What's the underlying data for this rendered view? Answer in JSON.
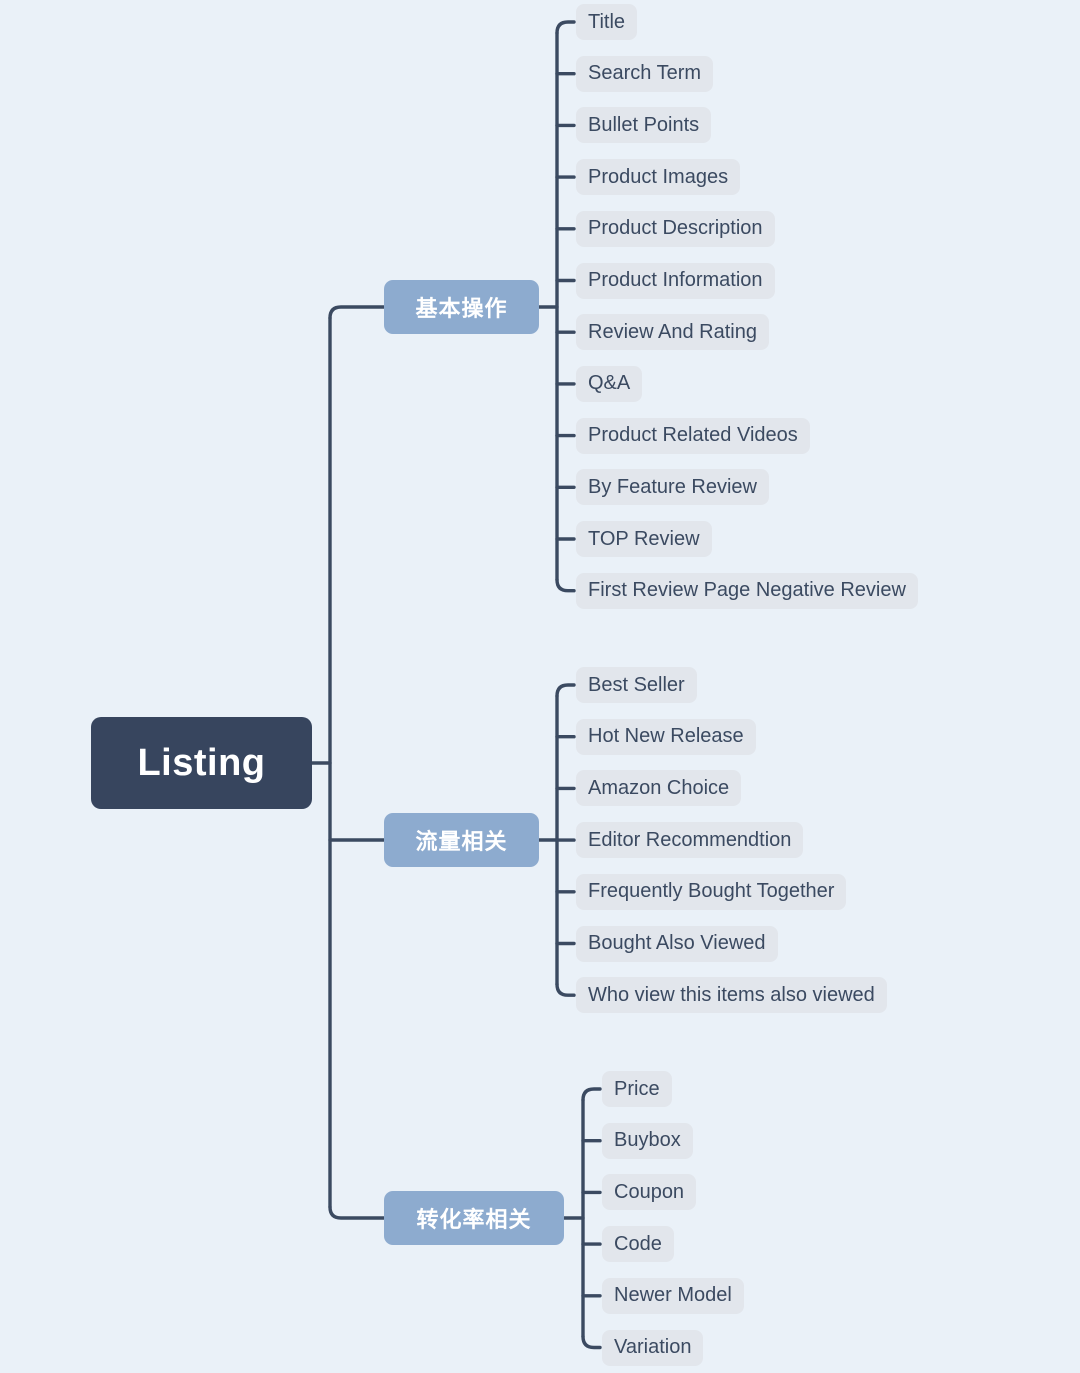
{
  "diagram": {
    "type": "mindmap",
    "background_color": "#eaf1f8",
    "root": {
      "label": "Listing",
      "color": "#37455e",
      "text_color": "#ffffff"
    },
    "branch_color": "#8dabcf",
    "leaf_color": "#e2e6ec",
    "leaf_text_color": "#3b4a61",
    "connector_color": "#3b4a61",
    "branches": [
      {
        "label": "基本操作",
        "leaves": [
          "Title",
          "Search Term",
          "Bullet Points",
          "Product Images",
          "Product Description",
          "Product Information",
          "Review And Rating",
          "Q&A",
          "Product Related Videos",
          "By Feature Review",
          "TOP Review",
          "First Review Page Negative Review"
        ]
      },
      {
        "label": "流量相关",
        "leaves": [
          "Best Seller",
          "Hot New Release",
          "Amazon Choice",
          "Editor Recommendtion",
          "Frequently Bought Together",
          "Bought Also Viewed",
          "Who view this items also viewed"
        ]
      },
      {
        "label": "转化率相关",
        "leaves": [
          "Price",
          "Buybox",
          "Coupon",
          "Code",
          "Newer Model",
          "Variation"
        ]
      }
    ]
  }
}
